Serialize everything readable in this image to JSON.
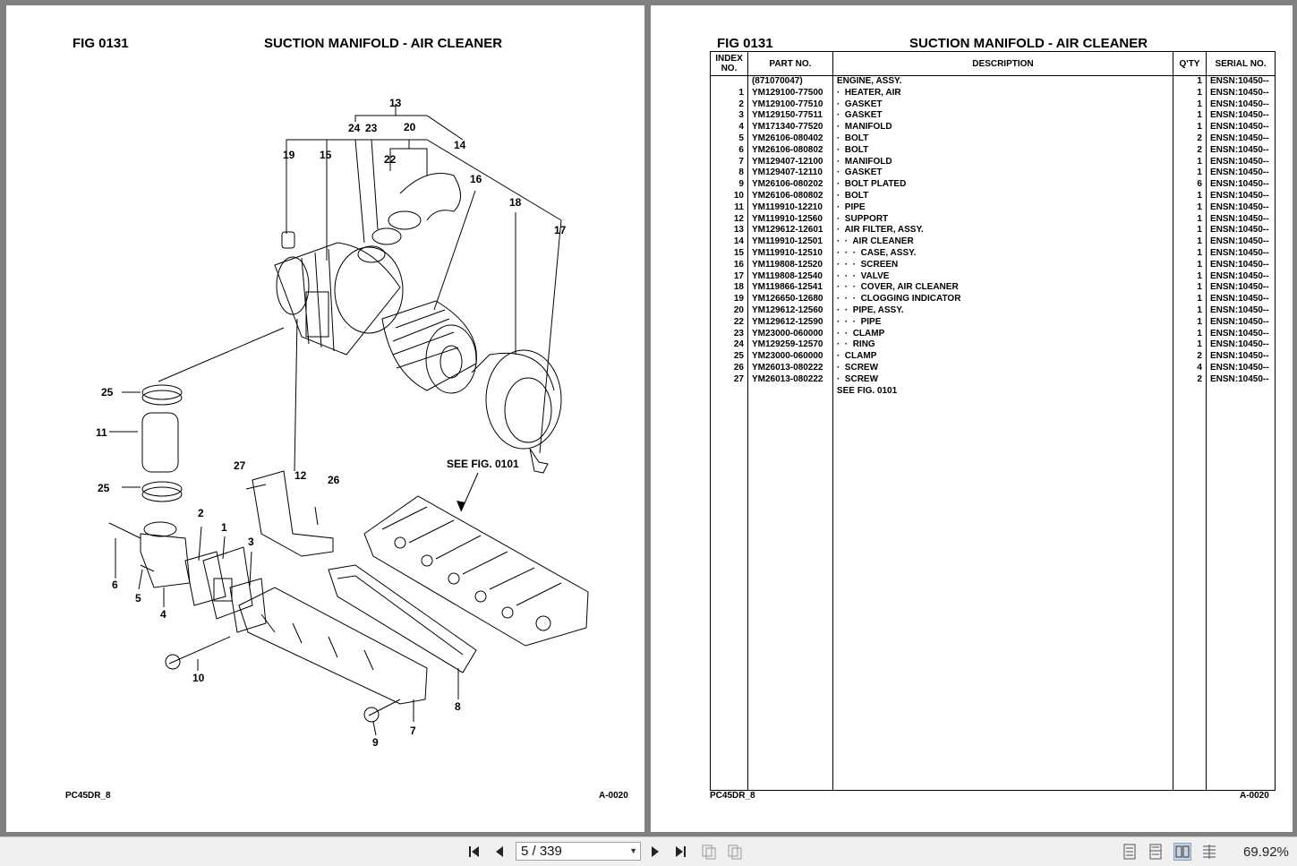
{
  "left_page": {
    "fig_label": "FIG   0131",
    "title": "SUCTION MANIFOLD - AIR CLEANER",
    "see_fig": "SEE FIG. 0101",
    "callouts": [
      "13",
      "24",
      "23",
      "20",
      "14",
      "19",
      "15",
      "22",
      "16",
      "18",
      "17",
      "25",
      "11",
      "25",
      "27",
      "12",
      "26",
      "2",
      "1",
      "3",
      "6",
      "5",
      "4",
      "10",
      "8",
      "9",
      "7"
    ],
    "footer_left": "PC45DR_8",
    "footer_right": "A-0020"
  },
  "right_page": {
    "fig_label": "FIG   0131",
    "title": "SUCTION MANIFOLD - AIR CLEANER",
    "headers": {
      "index": "INDEX NO.",
      "part": "PART NO.",
      "desc": "DESCRIPTION",
      "qty": "Q'TY",
      "serial": "SERIAL NO."
    },
    "rows": [
      {
        "idx": "",
        "part": "(871070047)",
        "desc": "ENGINE, ASSY.",
        "qty": "1",
        "serial": "ENSN:10450--"
      },
      {
        "idx": "1",
        "part": "YM129100-77500",
        "desc": "·  HEATER, AIR",
        "qty": "1",
        "serial": "ENSN:10450--"
      },
      {
        "idx": "2",
        "part": "YM129100-77510",
        "desc": "·  GASKET",
        "qty": "1",
        "serial": "ENSN:10450--"
      },
      {
        "idx": "3",
        "part": "YM129150-77511",
        "desc": "·  GASKET",
        "qty": "1",
        "serial": "ENSN:10450--"
      },
      {
        "idx": "4",
        "part": "YM171340-77520",
        "desc": "·  MANIFOLD",
        "qty": "1",
        "serial": "ENSN:10450--"
      },
      {
        "idx": "5",
        "part": "YM26106-080402",
        "desc": "·  BOLT",
        "qty": "2",
        "serial": "ENSN:10450--"
      },
      {
        "idx": "6",
        "part": "YM26106-080802",
        "desc": "·  BOLT",
        "qty": "2",
        "serial": "ENSN:10450--"
      },
      {
        "idx": "7",
        "part": "YM129407-12100",
        "desc": "·  MANIFOLD",
        "qty": "1",
        "serial": "ENSN:10450--"
      },
      {
        "idx": "8",
        "part": "YM129407-12110",
        "desc": "·  GASKET",
        "qty": "1",
        "serial": "ENSN:10450--"
      },
      {
        "idx": "9",
        "part": "YM26106-080202",
        "desc": "·  BOLT PLATED",
        "qty": "6",
        "serial": "ENSN:10450--"
      },
      {
        "idx": "10",
        "part": "YM26106-080802",
        "desc": "·  BOLT",
        "qty": "1",
        "serial": "ENSN:10450--"
      },
      {
        "idx": "11",
        "part": "YM119910-12210",
        "desc": "·  PIPE",
        "qty": "1",
        "serial": "ENSN:10450--"
      },
      {
        "idx": "12",
        "part": "YM119910-12560",
        "desc": "·  SUPPORT",
        "qty": "1",
        "serial": "ENSN:10450--"
      },
      {
        "idx": "13",
        "part": "YM129612-12601",
        "desc": "·  AIR FILTER, ASSY.",
        "qty": "1",
        "serial": "ENSN:10450--"
      },
      {
        "idx": "14",
        "part": "YM119910-12501",
        "desc": "·  ·  AIR CLEANER",
        "qty": "1",
        "serial": "ENSN:10450--"
      },
      {
        "idx": "15",
        "part": "YM119910-12510",
        "desc": "·  ·  ·  CASE, ASSY.",
        "qty": "1",
        "serial": "ENSN:10450--"
      },
      {
        "idx": "16",
        "part": "YM119808-12520",
        "desc": "·  ·  ·  SCREEN",
        "qty": "1",
        "serial": "ENSN:10450--"
      },
      {
        "idx": "17",
        "part": "YM119808-12540",
        "desc": "·  ·  ·  VALVE",
        "qty": "1",
        "serial": "ENSN:10450--"
      },
      {
        "idx": "18",
        "part": "YM119866-12541",
        "desc": "·  ·  ·  COVER, AIR CLEANER",
        "qty": "1",
        "serial": "ENSN:10450--"
      },
      {
        "idx": "19",
        "part": "YM126650-12680",
        "desc": "·  ·  ·  CLOGGING INDICATOR",
        "qty": "1",
        "serial": "ENSN:10450--"
      },
      {
        "idx": "20",
        "part": "YM129612-12560",
        "desc": "·  ·  PIPE, ASSY.",
        "qty": "1",
        "serial": "ENSN:10450--"
      },
      {
        "idx": "22",
        "part": "YM129612-12590",
        "desc": "·  ·  ·  PIPE",
        "qty": "1",
        "serial": "ENSN:10450--"
      },
      {
        "idx": "23",
        "part": "YM23000-060000",
        "desc": "·  ·  CLAMP",
        "qty": "1",
        "serial": "ENSN:10450--"
      },
      {
        "idx": "24",
        "part": "YM129259-12570",
        "desc": "·  ·  RING",
        "qty": "1",
        "serial": "ENSN:10450--"
      },
      {
        "idx": "25",
        "part": "YM23000-060000",
        "desc": "·  CLAMP",
        "qty": "2",
        "serial": "ENSN:10450--"
      },
      {
        "idx": "26",
        "part": "YM26013-080222",
        "desc": "·  SCREW",
        "qty": "4",
        "serial": "ENSN:10450--"
      },
      {
        "idx": "27",
        "part": "YM26013-080222",
        "desc": "·  SCREW",
        "qty": "2",
        "serial": "ENSN:10450--"
      },
      {
        "idx": "",
        "part": "",
        "desc": "SEE FIG. 0101",
        "qty": "",
        "serial": ""
      }
    ],
    "footer_left": "PC45DR_8",
    "footer_right": "A-0020"
  },
  "toolbar": {
    "page_indicator": "5 / 339",
    "zoom": "69.92%",
    "icons": [
      "first-page-icon",
      "prev-page-icon",
      "next-page-icon",
      "last-page-icon",
      "fit-page-icon",
      "fit-width-icon",
      "single-page-icon",
      "continuous-page-icon",
      "two-page-icon",
      "two-page-continuous-icon"
    ]
  }
}
